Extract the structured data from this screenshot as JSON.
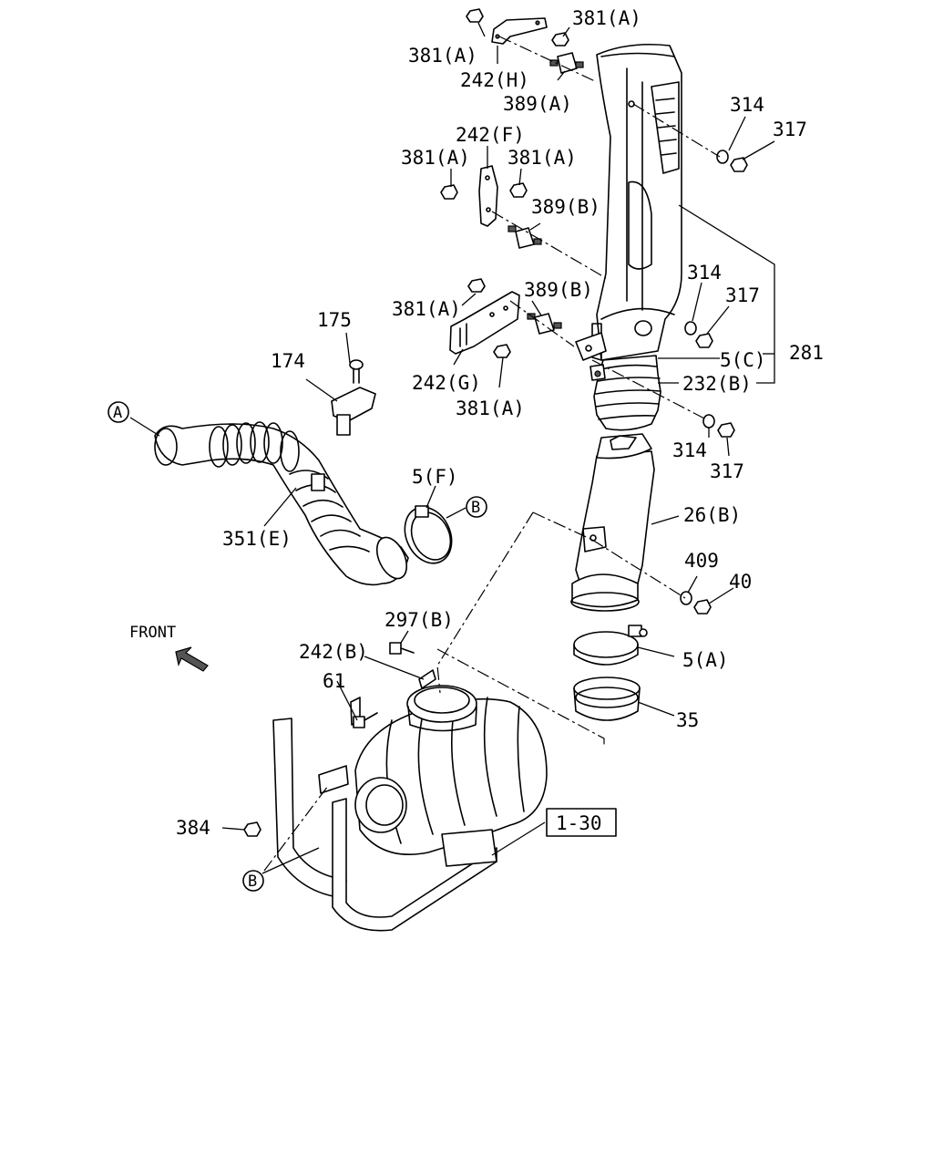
{
  "labels": {
    "l381a_1": "381(A)",
    "l381a_2": "381(A)",
    "l242h": "242(H)",
    "l389a": "389(A)",
    "l314_1": "314",
    "l317_1": "317",
    "l242f": "242(F)",
    "l381a_3": "381(A)",
    "l381a_4": "381(A)",
    "l389b_1": "389(B)",
    "l314_2": "314",
    "l317_2": "317",
    "l381a_5": "381(A)",
    "l389b_2": "389(B)",
    "l5c": "5(C)",
    "l281": "281",
    "l242g": "242(G)",
    "l232b": "232(B)",
    "l381a_6": "381(A)",
    "l175": "175",
    "l174": "174",
    "l314_3": "314",
    "l317_3": "317",
    "calloutA": "A",
    "calloutB1": "B",
    "calloutB2": "B",
    "l5f": "5(F)",
    "l26b": "26(B)",
    "l351e": "351(E)",
    "l409": "409",
    "l40": "40",
    "front": "FRONT",
    "l297b": "297(B)",
    "l242b": "242(B)",
    "l5a": "5(A)",
    "l61": "61",
    "l35": "35",
    "l384": "384",
    "ref130": "1-30"
  }
}
